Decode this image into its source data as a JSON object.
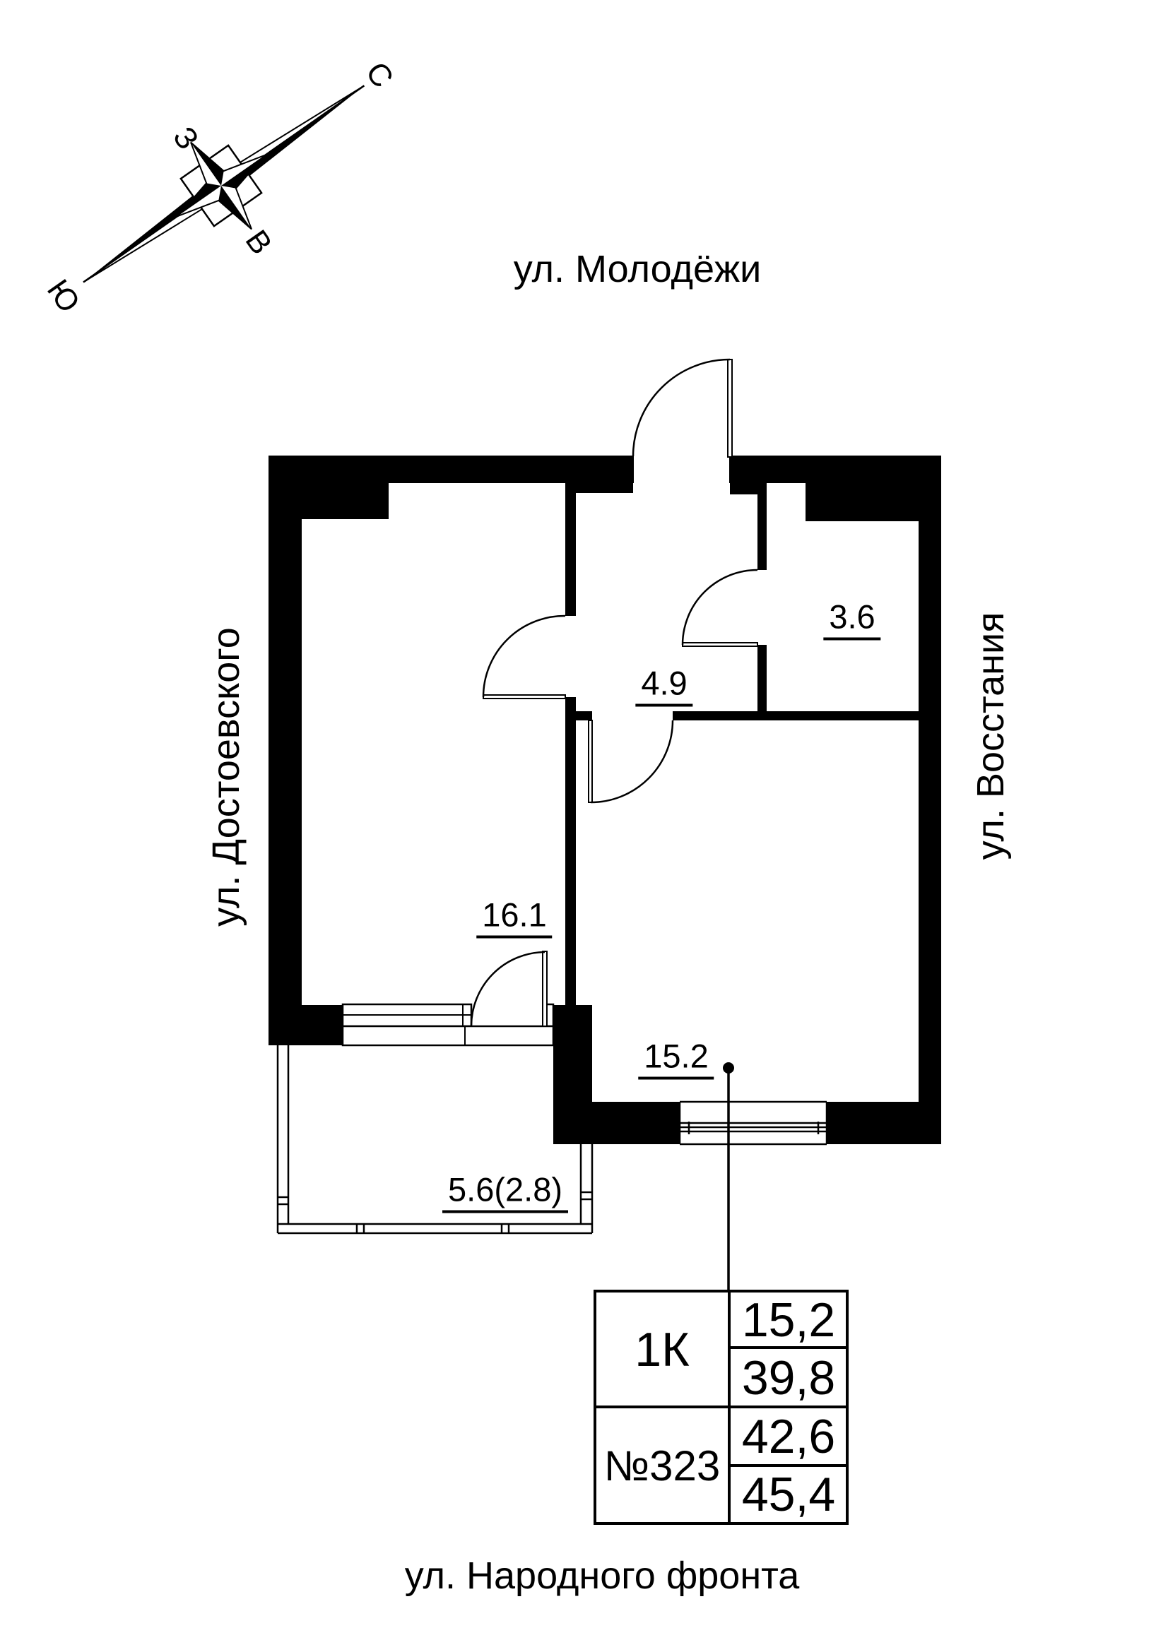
{
  "compass": {
    "north": "С",
    "east": "В",
    "south": "Ю",
    "west": "З"
  },
  "streets": {
    "top": "ул. Молодёжи",
    "left": "ул. Достоевского",
    "right": "ул. Восстания",
    "bottom": "ул. Народного фронта"
  },
  "areas": {
    "room_16_1": "16.1",
    "hallway": "4.9",
    "bathroom": "3.6",
    "room_15_2": "15.2",
    "balcony": "5.6(2.8)"
  },
  "info_table": {
    "apartment_type": "1К",
    "apartment_number": "№323",
    "living_area": "15,2",
    "area_value_2": "39,8",
    "area_value_3": "42,6",
    "area_value_4": "45,4"
  },
  "colors": {
    "ink": "#000000",
    "paper": "#ffffff"
  }
}
